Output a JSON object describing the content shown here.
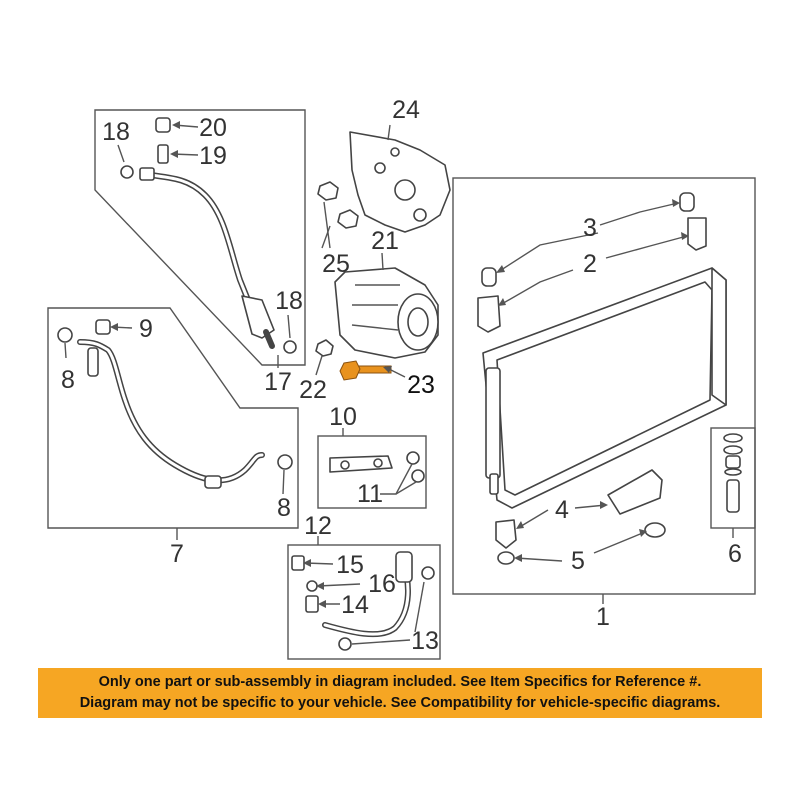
{
  "callouts": {
    "c1": "1",
    "c2": "2",
    "c3": "3",
    "c4": "4",
    "c5": "5",
    "c6": "6",
    "c7": "7",
    "c8a": "8",
    "c8b": "8",
    "c9": "9",
    "c10": "10",
    "c11": "11",
    "c12": "12",
    "c13": "13",
    "c14": "14",
    "c15": "15",
    "c16": "16",
    "c17": "17",
    "c18a": "18",
    "c18b": "18",
    "c19": "19",
    "c20": "20",
    "c21": "21",
    "c22": "22",
    "c23": "23",
    "c24": "24",
    "c25": "25"
  },
  "highlight_part": "23",
  "colors": {
    "highlight": "#e8921e",
    "banner": "#f6a623",
    "lines": "#444444"
  },
  "banner": {
    "line1": "Only one part or sub-assembly in diagram included. See Item Specifics for Reference #.",
    "line2": "Diagram may not be specific to your vehicle. See Compatibility for vehicle-specific diagrams."
  }
}
